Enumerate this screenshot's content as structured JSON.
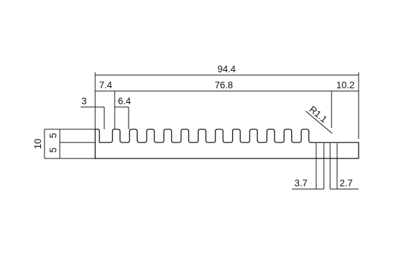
{
  "drawing": {
    "dimensions": {
      "overall_width": "94.4",
      "left_margin": "7.4",
      "fin_span": "76.8",
      "right_margin": "10.2",
      "fin_thickness": "3",
      "fin_pitch": "6.4",
      "fillet_radius": "R1.1",
      "total_height": "10",
      "fin_height": "5",
      "base_height": "5",
      "gap_width": "3.7",
      "right_fin_width": "2.7"
    },
    "fin_count": 13
  }
}
